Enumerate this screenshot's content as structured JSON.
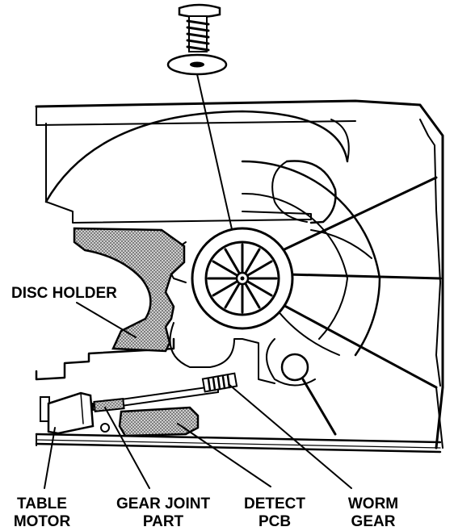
{
  "labels": {
    "disc_holder": "DISC HOLDER",
    "table_motor": [
      "TABLE",
      "MOTOR"
    ],
    "gear_joint_part": [
      "GEAR JOINT",
      "PART"
    ],
    "detect_pcb": [
      "DETECT",
      "PCB"
    ],
    "worm_gear": [
      "WORM",
      "GEAR"
    ]
  },
  "colors": {
    "ink": "#000000",
    "background": "#ffffff",
    "shaded_part": "#b4b4b4"
  }
}
